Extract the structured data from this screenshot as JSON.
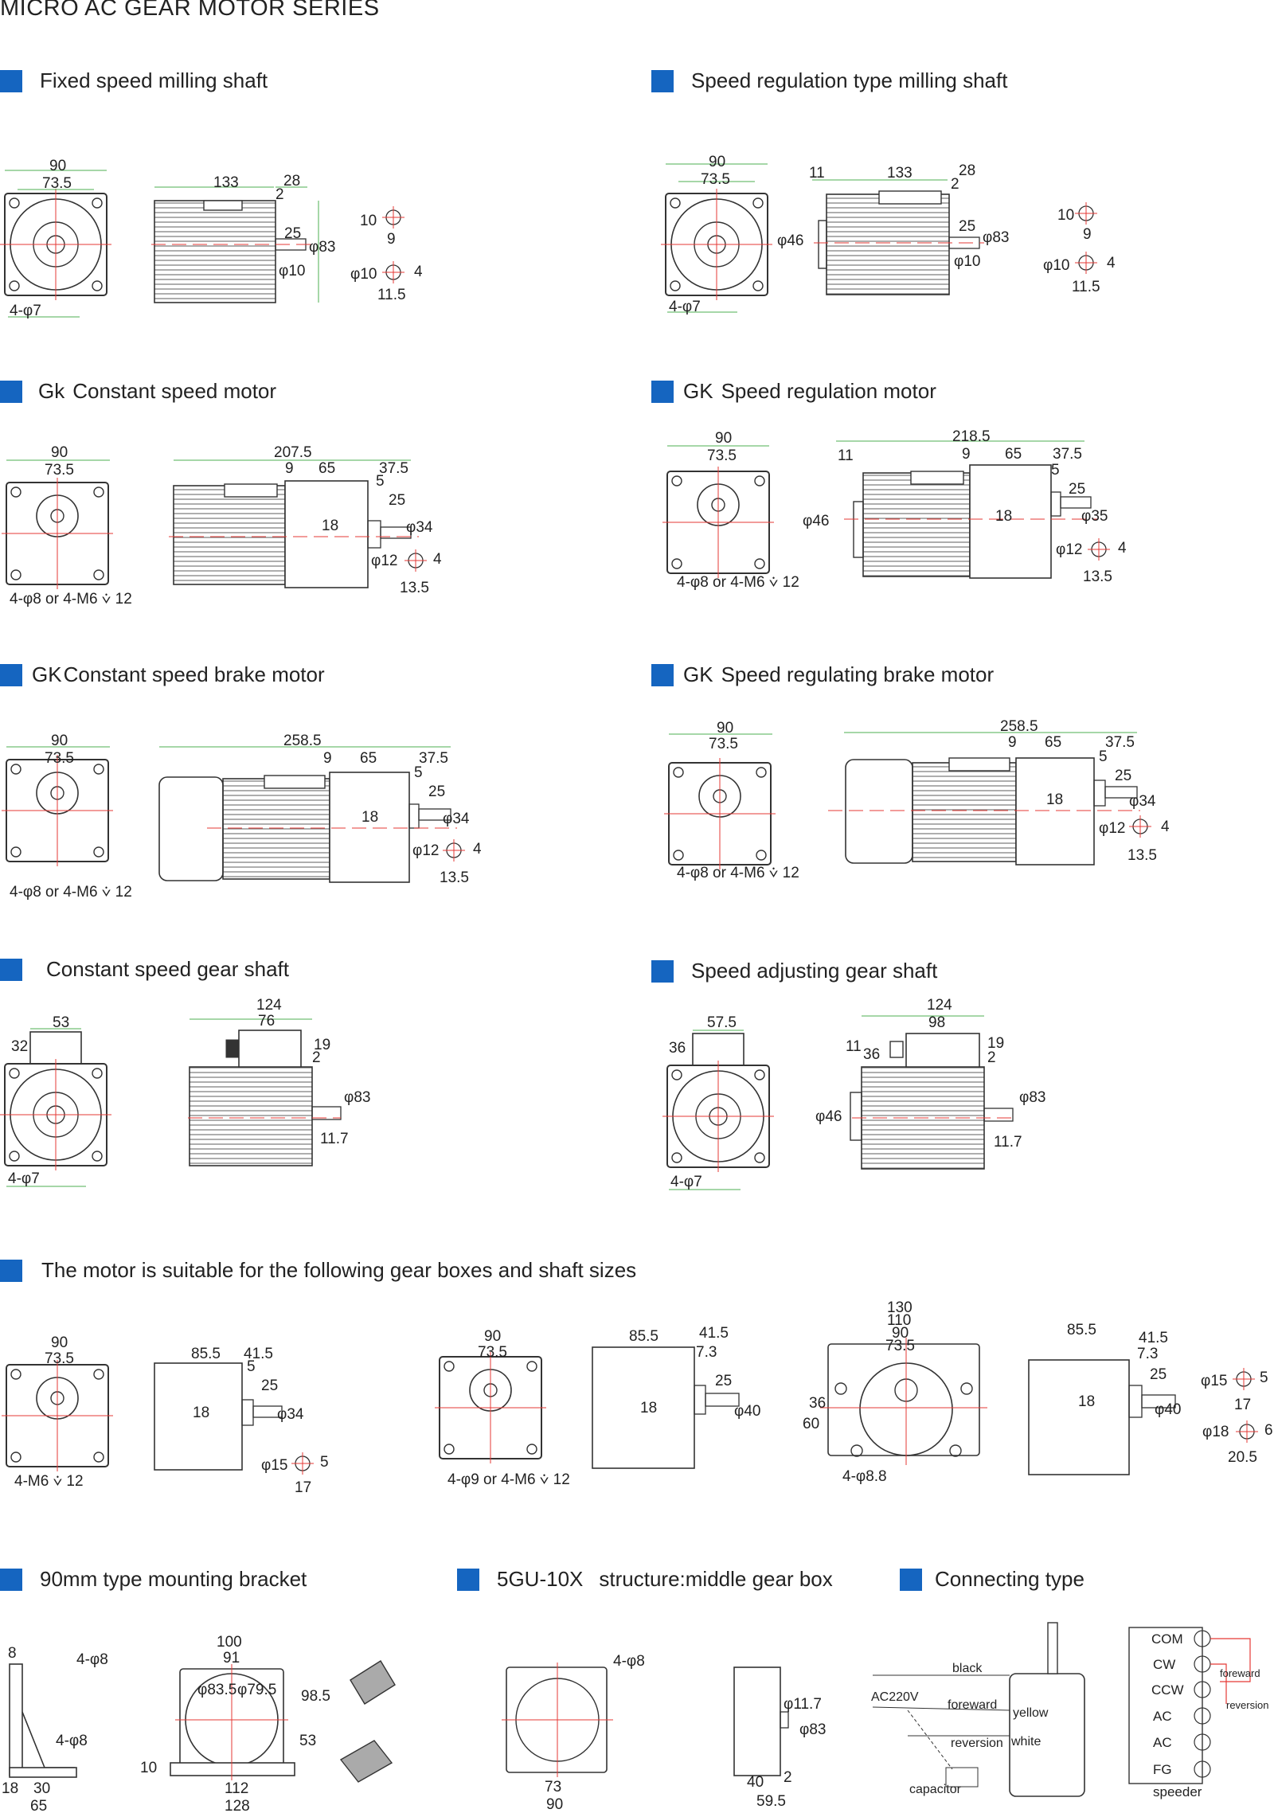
{
  "page_title": "MICRO AC GEAR MOTOR SERIES",
  "sections": [
    {
      "prefix": "",
      "title": "Fixed speed milling shaft"
    },
    {
      "prefix": "",
      "title": "Speed regulation type milling shaft"
    },
    {
      "prefix": "Gk",
      "title": "Constant  speed motor"
    },
    {
      "prefix": "GK",
      "title": "Speed regulation motor"
    },
    {
      "prefix": "GK",
      "title": "Constant speed brake motor"
    },
    {
      "prefix": "GK",
      "title": "Speed regulating brake motor"
    },
    {
      "prefix": "",
      "title": "Constant speed gear shaft"
    },
    {
      "prefix": "",
      "title": "Speed adjusting gear shaft"
    },
    {
      "prefix": "",
      "title": "The motor is suitable for the following gear boxes and shaft sizes"
    },
    {
      "prefix": "",
      "title": "90mm type mounting bracket"
    },
    {
      "prefix": "5GU-10X",
      "title": "structure:middle gear box"
    },
    {
      "prefix": "",
      "title": "Connecting type"
    }
  ],
  "dims": {
    "d90": "90",
    "d73_5": "73.5",
    "d133": "133",
    "d28": "28",
    "d2": "2",
    "d25": "25",
    "phi83": "φ83",
    "phi10": "φ10",
    "d10": "10",
    "d9": "9",
    "d4": "4",
    "d11_5": "11.5",
    "holes_4phi7": "4-φ7",
    "d11": "11",
    "phi46": "φ46",
    "d207_5": "207.5",
    "d65": "65",
    "d37_5": "37.5",
    "d5": "5",
    "d18": "18",
    "phi34": "φ34",
    "phi12": "φ12",
    "d13_5": "13.5",
    "holes_phi8_m6": "4-φ8 or 4-M6 ⩒ 12",
    "d218_5": "218.5",
    "phi35": "φ35",
    "d258_5": "258.5",
    "d53": "53",
    "d32": "32",
    "d124": "124",
    "d76": "76",
    "d19": "19",
    "d11_7": "11.7",
    "d57_5": "57.5",
    "d36": "36",
    "d98": "98",
    "d85_5": "85.5",
    "d41_5": "41.5",
    "holes_m6": "4-M6 ⩒ 12",
    "phi15": "φ15",
    "d17": "17",
    "d7_3": "7.3",
    "phi40": "φ40",
    "holes_phi9_m6": "4-φ9 or 4-M6 ⩒ 12",
    "d130": "130",
    "d110": "110",
    "d60": "60",
    "holes_phi8_8": "4-φ8.8",
    "phi18": "φ18",
    "d6": "6",
    "d20_5": "20.5",
    "d8": "8",
    "holes_phi8": "4-φ8",
    "d30": "30",
    "d100": "100",
    "d91": "91",
    "phi83_5": "φ83.5",
    "phi79_5": "φ79.5",
    "d98_5": "98.5",
    "d112": "112",
    "d128": "128",
    "d73": "73",
    "phi11_7": "φ11.7",
    "d40": "40",
    "d59_5": "59.5"
  },
  "wiring": {
    "ac220v": "AC220V",
    "black": "black",
    "foreward": "foreward",
    "reversion": "reversion",
    "yellow": "yellow",
    "white": "white",
    "capacitor": "capacitor",
    "terminals": [
      "COM",
      "CW",
      "CCW",
      "AC",
      "AC",
      "FG"
    ],
    "sw_foreward": "foreward",
    "sw_reversion": "reversion",
    "speeder": "speeder"
  },
  "colors": {
    "accent": "#1565c0",
    "dimension": "#4caf50",
    "centerline": "#e53935",
    "outline": "#333333"
  }
}
